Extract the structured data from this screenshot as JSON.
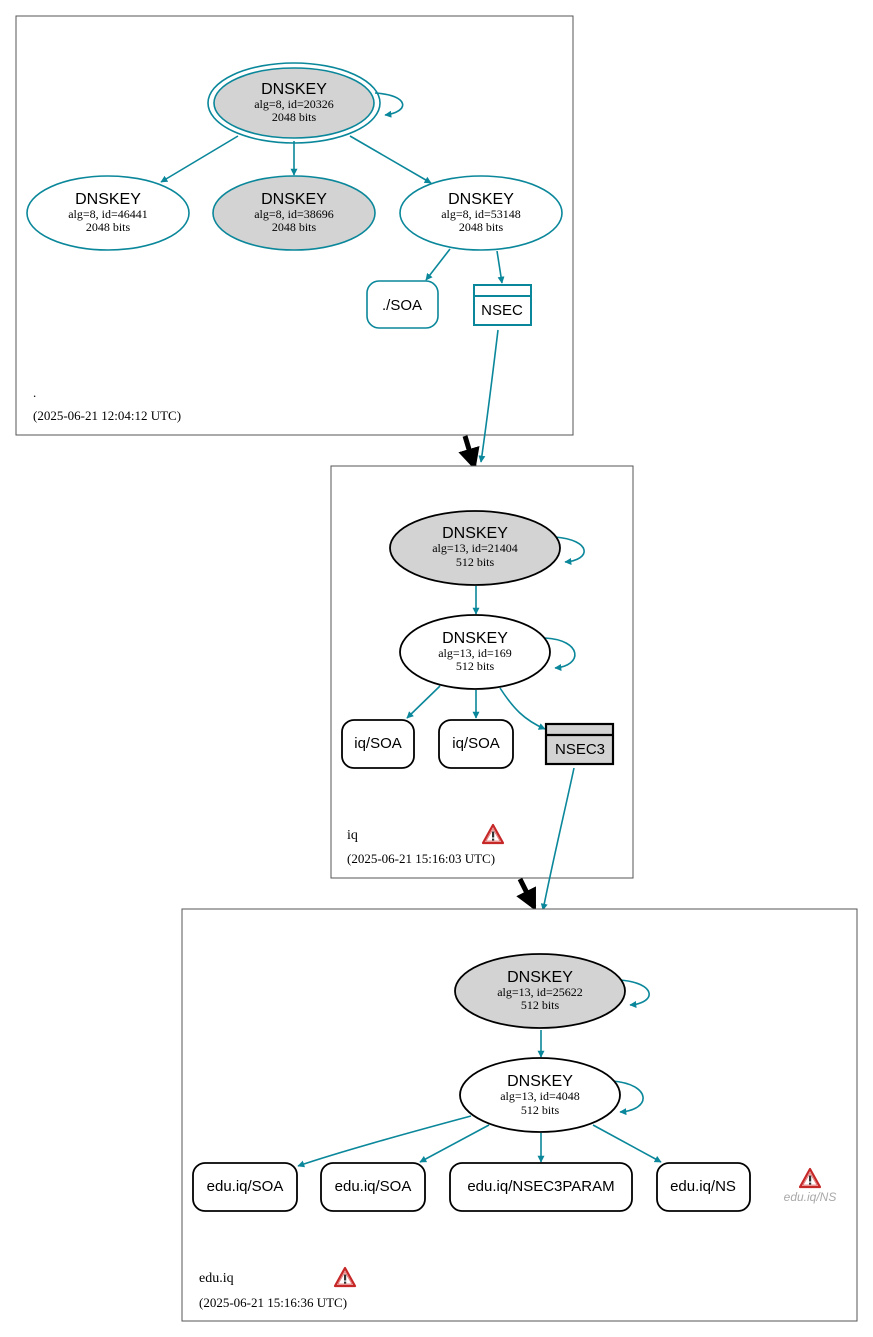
{
  "colors": {
    "teal": "#0a879a",
    "black": "#000000",
    "ksk_fill": "#d3d3d3",
    "warning_red": "#c62828",
    "muted_text": "#a9a9a9"
  },
  "zones": {
    "root": {
      "name": ".",
      "timestamp": "(2025-06-21 12:04:12 UTC)",
      "dnskeys": [
        {
          "title": "DNSKEY",
          "detail": "alg=8, id=20326",
          "bits": "2048 bits",
          "role": "trust-anchor KSK",
          "self_signed": true
        },
        {
          "title": "DNSKEY",
          "detail": "alg=8, id=46441",
          "bits": "2048 bits",
          "role": "ZSK"
        },
        {
          "title": "DNSKEY",
          "detail": "alg=8, id=38696",
          "bits": "2048 bits",
          "role": "KSK"
        },
        {
          "title": "DNSKEY",
          "detail": "alg=8, id=53148",
          "bits": "2048 bits",
          "role": "ZSK"
        }
      ],
      "records": [
        {
          "label": "./SOA"
        }
      ],
      "nsec": {
        "label": "NSEC"
      }
    },
    "iq": {
      "name": "iq",
      "timestamp": "(2025-06-21 15:16:03 UTC)",
      "warning_icon": "warning-triangle-icon",
      "dnskeys": [
        {
          "title": "DNSKEY",
          "detail": "alg=13, id=21404",
          "bits": "512 bits",
          "role": "KSK",
          "self_signed": true
        },
        {
          "title": "DNSKEY",
          "detail": "alg=13, id=169",
          "bits": "512 bits",
          "role": "ZSK",
          "self_signed": true
        }
      ],
      "records": [
        {
          "label": "iq/SOA"
        },
        {
          "label": "iq/SOA"
        }
      ],
      "nsec3": {
        "label": "NSEC3"
      }
    },
    "edu_iq": {
      "name": "edu.iq",
      "timestamp": "(2025-06-21 15:16:36 UTC)",
      "warning_icon": "warning-triangle-icon",
      "dnskeys": [
        {
          "title": "DNSKEY",
          "detail": "alg=13, id=25622",
          "bits": "512 bits",
          "role": "KSK",
          "self_signed": true
        },
        {
          "title": "DNSKEY",
          "detail": "alg=13, id=4048",
          "bits": "512 bits",
          "role": "ZSK",
          "self_signed": true
        }
      ],
      "records": [
        {
          "label": "edu.iq/SOA"
        },
        {
          "label": "edu.iq/SOA"
        },
        {
          "label": "edu.iq/NSEC3PARAM"
        },
        {
          "label": "edu.iq/NS"
        }
      ],
      "ns_warning": {
        "label": "edu.iq/NS",
        "icon": "warning-triangle-icon"
      }
    }
  }
}
